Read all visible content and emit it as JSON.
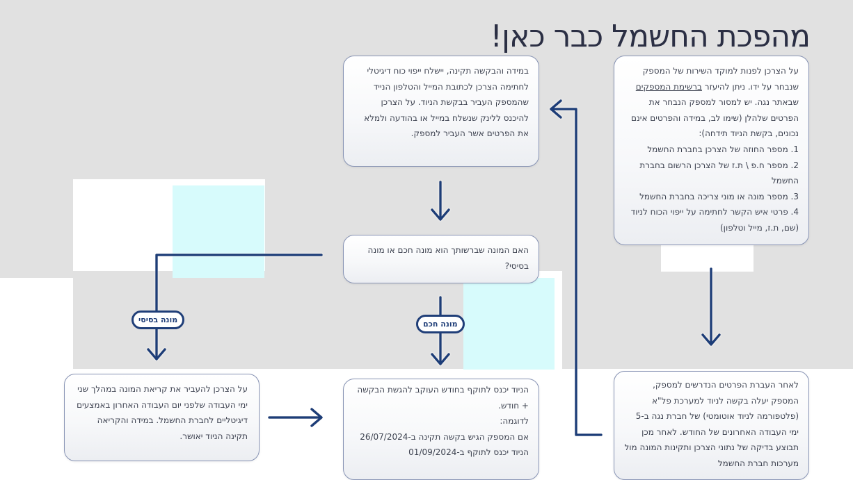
{
  "title": "מהפכת החשמל כבר כאן!",
  "box1": {
    "pre_link": "על הצרכן לפנות למוקד השירות של המספק שנבחר על ידו. ניתן להיעזר ",
    "link": "ברשימת המספקים",
    "post_link": " שבאתר נגה. יש למסור למספק הנבחר את הפרטים שלהלן (שימו לב, במידה והפרטים אינם נכונים, בקשת הניוד תידחה):",
    "list": [
      "1. מספר החוזה של הצרכן בחברת החשמל",
      "2. מספר ח.פ \\ ת.ז של הצרכן הרשום בחברת החשמל",
      "3. מספר מונה או מוני צריכה בחברת החשמל",
      "4. פרטי איש הקשר לחתימה על ייפוי הכוח לניוד (שם, ת.ז, מייל וטלפון)"
    ]
  },
  "box2": {
    "text": "במידה והבקשה תקינה, יישלח ייפוי כוח דיגיטלי לחתימה הצרכן לכתובת המייל והטלפון הנייד שהמספק העביר בבקשת הניוד. על הצרכן להיכנס ללינק שנשלח במייל או בהודעה ולמלא את הפרטים אשר העביר למספק."
  },
  "box3": {
    "text": "האם המונה שברשותך הוא מונה חכם או מונה בסיסי?"
  },
  "box4": {
    "text": "לאחר העברת הפרטים הנדרשים למספק, המספק יעלה בקשה לניוד למערכת פל\"א (פלטפורמה לניוד אוטומטי) של חברת נגה ב-5 ימי העבודה האחרונים של החודש. לאחר מכן תבוצע בדיקה של נתוני הצרכן ותקינות המונה מול מערכות חברת החשמל"
  },
  "box5": {
    "lines": [
      "הניוד יכנס לתוקף בחודש העוקב להגשת הבקשה + חודש.",
      "לדוגמה:",
      "אם המספק הגיש בקשה תקינה ב-26/07/2024 הניוד יכנס לתוקף ב-01/09/2024"
    ]
  },
  "box6": {
    "text": "על הצרכן להעביר את קריאת המונה במהלך שני ימי העבודה שלפני יום העבודה האחרון באמצעים דיגיטליים לחברת החשמל. במידה והקריאה תקינה הניוד יאושר."
  },
  "labels": {
    "smart": "מונה חכם",
    "basic": "מונה בסיסי"
  },
  "colors": {
    "background": "#e1e1e1",
    "arrow": "#1f3e78",
    "card_border": "#8793b4",
    "accent_cyan": "#d7fbfc",
    "title": "#2b2f44"
  }
}
